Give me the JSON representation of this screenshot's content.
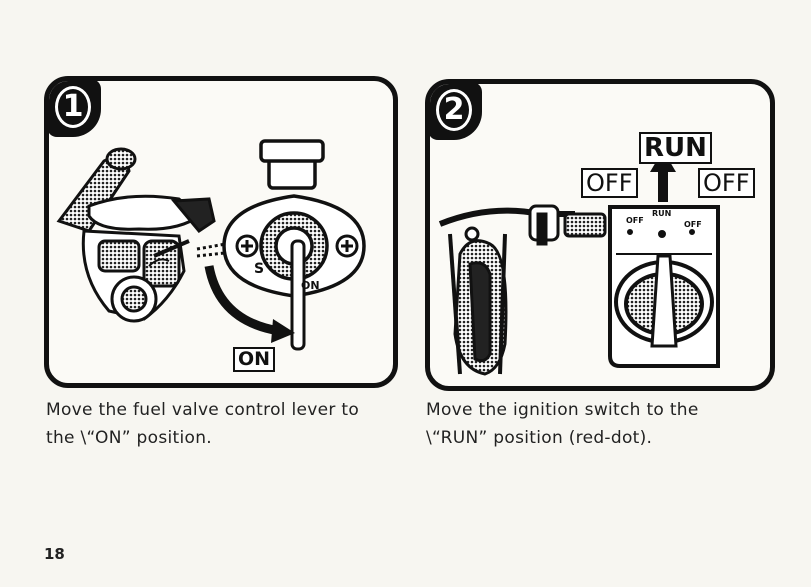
{
  "steps": [
    {
      "number": "1",
      "label": "ON",
      "dial_marks": [
        "S",
        "ON"
      ],
      "caption_line1": "Move the fuel valve control lever to",
      "caption_line2": "the \\“ON” position."
    },
    {
      "number": "2",
      "run_label": "RUN",
      "off_left": "OFF",
      "off_right": "OFF",
      "dial_off_left": "OFF",
      "dial_run": "RUN",
      "dial_off_right": "OFF",
      "caption_line1": "Move the ignition switch to the",
      "caption_line2": "\\“RUN” position (red-dot)."
    }
  ],
  "page_number": "18"
}
